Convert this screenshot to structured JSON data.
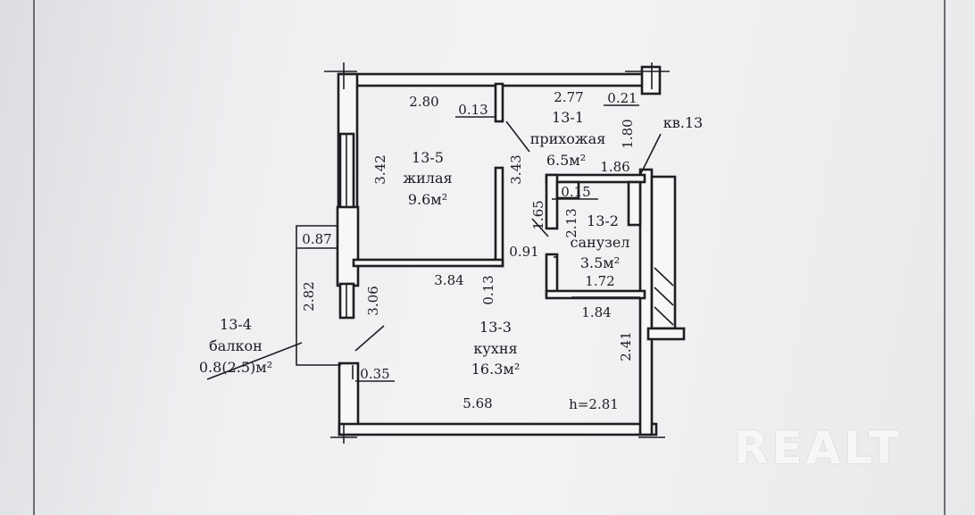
{
  "rooms": [
    {
      "id": "13-5",
      "name": "жилая",
      "area": "9.6м²"
    },
    {
      "id": "13-1",
      "name": "прихожая",
      "area": "6.5м²"
    },
    {
      "id": "13-2",
      "name": "санузел",
      "area": "3.5м²"
    },
    {
      "id": "13-3",
      "name": "кухня",
      "area": "16.3м²"
    },
    {
      "id": "13-4",
      "name": "балкон",
      "area": "0.8(2.5)м²"
    }
  ],
  "apartment": "кв.13",
  "height": "h=2.81",
  "dimensions": {
    "top_left_width": "2.80",
    "partition_thickness_top": "0.13",
    "hall_top_width": "2.77",
    "right_wall": "0.21",
    "hall_depth": "1.80",
    "living_height": "3.42",
    "living_right_height": "3.43",
    "hall_bottom_width": "1.86",
    "bath_wall": "0.15",
    "bath_left_outer": "1.65",
    "bath_left_inner": "2.13",
    "hall_side": "0.91",
    "living_bottom_width": "3.84",
    "partition_thickness_mid": "0.13",
    "bath_inner_width": "1.72",
    "bath_outer_width": "1.84",
    "balcony_width": "0.87",
    "balcony_height": "2.82",
    "kitchen_left_height": "3.06",
    "kitchen_right_height": "2.41",
    "kitchen_wall": "0.35",
    "kitchen_width": "5.68"
  },
  "watermark": "REALT"
}
